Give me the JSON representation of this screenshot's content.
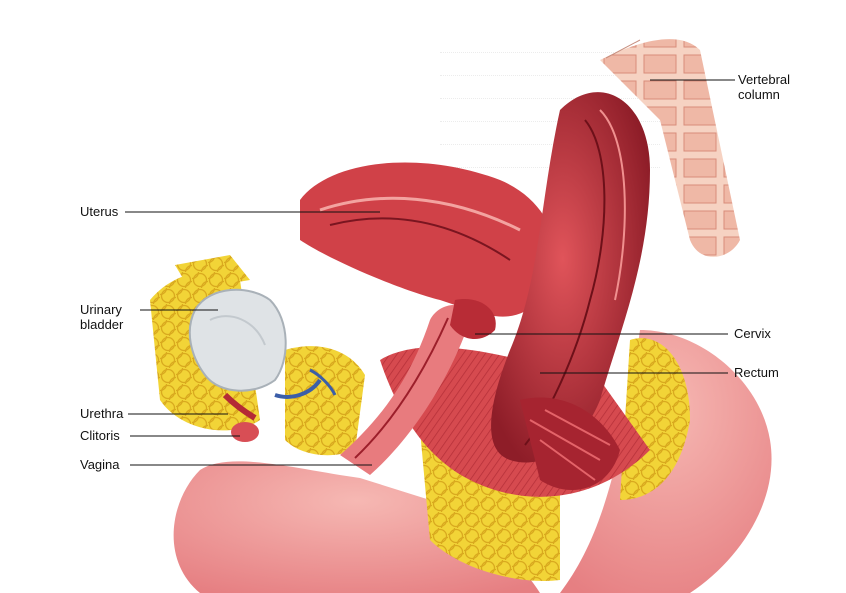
{
  "labels": {
    "vertebral_column": "Vertebral column",
    "uterus": "Uterus",
    "urinary_bladder": "Urinary bladder",
    "cervix": "Cervix",
    "rectum": "Rectum",
    "urethra": "Urethra",
    "clitoris": "Clitoris",
    "vagina": "Vagina"
  },
  "colors": {
    "tissue_pink": "#e98a8c",
    "tissue_light": "#f3b3ae",
    "muscle_red": "#c9353f",
    "deep_red": "#9c1f2b",
    "fat_yellow": "#f2d437",
    "bladder_grey": "#d9dde0",
    "vessel_blue": "#3b5ea8"
  }
}
